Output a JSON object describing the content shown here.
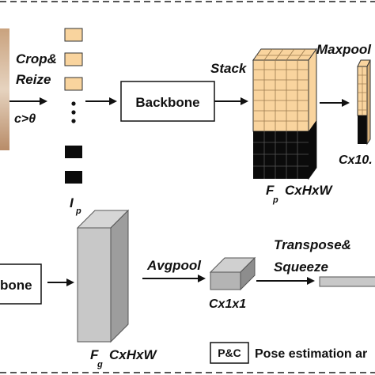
{
  "labels": {
    "crop_line1": "Crop&",
    "crop_line2": "Reize",
    "threshold": "c>θ",
    "backbone_top": "Backbone",
    "stack": "Stack",
    "maxpool": "Maxpool",
    "fp_dims": "CxHxW",
    "ip_main": "I",
    "ip_sub": "p",
    "fp_main": "F",
    "fp_sub": "p",
    "maxpool_dims": "Cx10.",
    "backbone_bottom": "bone",
    "avgpool": "Avgpool",
    "transpose_line1": "Transpose&",
    "transpose_line2": "Squeeze",
    "c1x1": "Cx1x1",
    "fg_main": "F",
    "fg_sub": "g",
    "fg_dims": "CxHxW",
    "pc_badge": "P&C",
    "pose_text": "Pose estimation ar"
  },
  "colors": {
    "patch_orange": "#f9d49e",
    "dark": "#0b0b0b",
    "gray_block": "#bfbfbf",
    "gray_block_side": "#9d9d9d"
  }
}
